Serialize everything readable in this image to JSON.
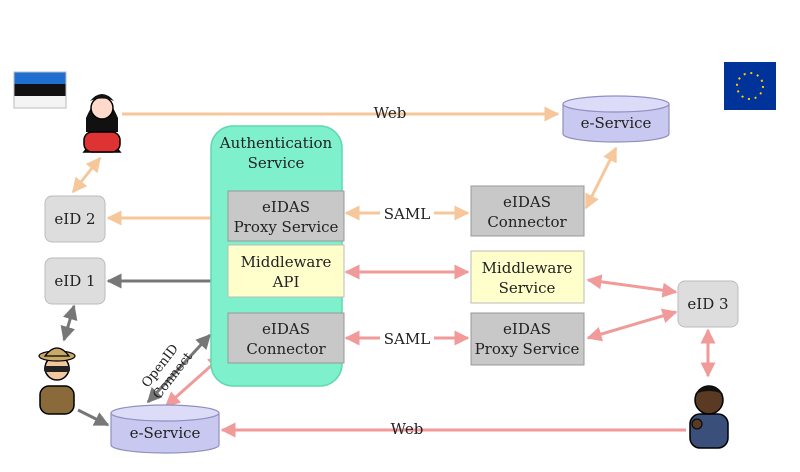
{
  "auth_service": {
    "line1": "Authentication",
    "line2": "Service"
  },
  "boxes": {
    "eidas_proxy_left": {
      "line1": "eIDAS",
      "line2": "Proxy Service"
    },
    "middleware_api": {
      "line1": "Middleware",
      "line2": "API"
    },
    "eidas_connector_left": {
      "line1": "eIDAS",
      "line2": "Connector"
    },
    "eidas_connector_right": {
      "line1": "eIDAS",
      "line2": "Connector"
    },
    "middleware_service": {
      "line1": "Middleware",
      "line2": "Service"
    },
    "eidas_proxy_right": {
      "line1": "eIDAS",
      "line2": "Proxy Service"
    },
    "eid1": "eID 1",
    "eid2": "eID 2",
    "eid3": "eID 3",
    "eservice_top": "e-Service",
    "eservice_bottom": "e-Service"
  },
  "edge_labels": {
    "web_top": "Web",
    "web_bottom": "Web",
    "saml_top": "SAML",
    "saml_bottom": "SAML",
    "openid_line1": "OpenID",
    "openid_line2": "Connect"
  },
  "flags": {
    "left": "estonia-flag",
    "right": "eu-flag"
  },
  "colors": {
    "auth_green": "#7ff0cc",
    "grey_box": "#c8c8c8",
    "yellow_box": "#ffffcc",
    "eid_box": "#dddddd",
    "eservice_fill": "#c8c8f0",
    "orange_arrow": "#f6c79a",
    "pink_arrow": "#f09a9a",
    "grey_arrow": "#777777"
  }
}
